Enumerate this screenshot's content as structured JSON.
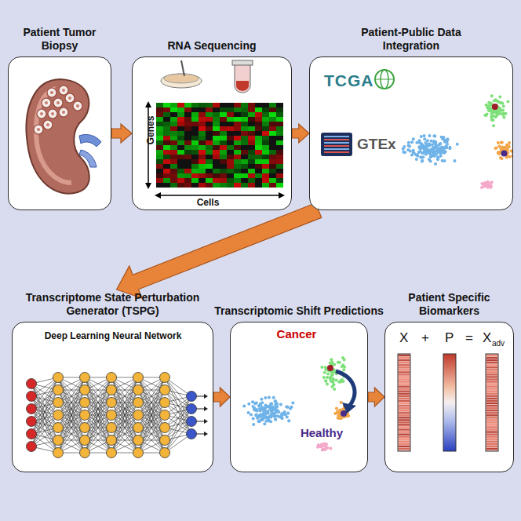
{
  "diagram": {
    "nodes": [
      {
        "text": [
          "Patient Tumor Biopsy"
        ]
      },
      {
        "text": [
          "RNA Sequencing"
        ]
      },
      {
        "text": [
          "Patient-Public Data Integration"
        ]
      },
      {
        "text": [
          "Transcriptome State Perturbation Generator (TSPG)"
        ]
      },
      {
        "text": [
          "Transcriptomic Shift Predictions"
        ]
      },
      {
        "text": [
          "Patient Specific Biomarkers"
        ]
      }
    ],
    "edges": [
      {
        "from": 0,
        "to": 1,
        "arrow": "to"
      },
      {
        "from": 1,
        "to": 2,
        "arrow": "to"
      },
      {
        "from": 2,
        "to": 3,
        "arrow": "to"
      },
      {
        "from": 3,
        "to": 4,
        "arrow": "to"
      },
      {
        "from": 4,
        "to": 5,
        "arrow": "to"
      }
    ],
    "labels": [
      "Genes",
      "Cells",
      "TCGA",
      "GTEx",
      "Deep Learning Neural Network",
      "Cancer",
      "Healthy",
      "X",
      "+",
      "P",
      "=",
      "X",
      "adv"
    ]
  }
}
